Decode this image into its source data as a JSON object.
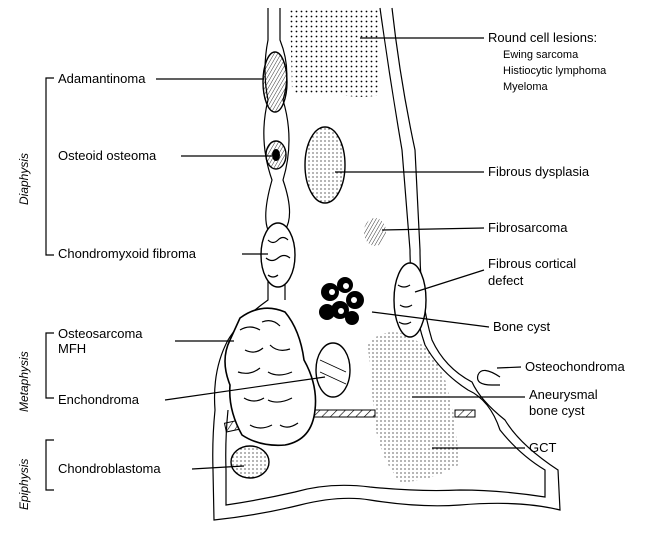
{
  "regions": {
    "diaphysis": "Diaphysis",
    "metaphysis": "Metaphysis",
    "epiphysis": "Epiphysis"
  },
  "left_labels": {
    "adamantinoma": "Adamantinoma",
    "osteoid_osteoma": "Osteoid osteoma",
    "chondromyxoid_fibroma": "Chondromyxoid fibroma",
    "osteosarcoma": "Osteosarcoma",
    "mfh": "MFH",
    "enchondroma": "Enchondroma",
    "chondroblastoma": "Chondroblastoma"
  },
  "right_labels": {
    "round_cell": "Round cell lesions:",
    "ewing": "Ewing sarcoma",
    "histiocytic": "Histiocytic lymphoma",
    "myeloma": "Myeloma",
    "fibrous_dysplasia": "Fibrous dysplasia",
    "fibrosarcoma": "Fibrosarcoma",
    "fibrous_cortical_1": "Fibrous cortical",
    "fibrous_cortical_2": "defect",
    "bone_cyst": "Bone cyst",
    "osteochondroma": "Osteochondroma",
    "abc_1": "Aneurysmal",
    "abc_2": "bone cyst",
    "gct": "GCT"
  },
  "colors": {
    "ink": "#000000",
    "paper": "#ffffff"
  }
}
